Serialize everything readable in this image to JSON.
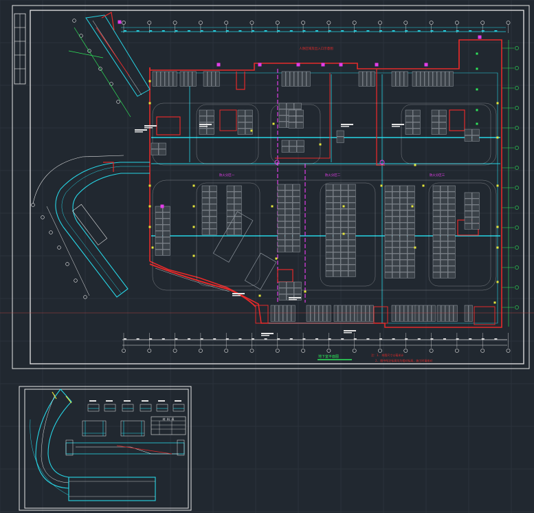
{
  "colors": {
    "background": "#212830",
    "grid": "#2b333c",
    "frame": "#e8e8e8",
    "cyan": "#27d6e6",
    "red": "#e52a2a",
    "magenta": "#e23ee8",
    "yellow": "#e6e63a",
    "green": "#2ee65a",
    "gray_stall": "#9aa2aa",
    "white": "#f0f0f0"
  },
  "sheet_main": {
    "north_note": "人防区域及出入口示意图",
    "zone_labels": [
      "防火分区一",
      "防火分区二",
      "防火分区三"
    ],
    "bottom_title": "地下室平面图",
    "notes": [
      "注：1. 本图尺寸以毫米计",
      "2. 图中所注标高均为相对标高，施工时请核对"
    ]
  },
  "sheet_detail": {
    "table_title": "材 料 表"
  },
  "icons": {
    "crosshair": "crosshair-cursor-icon",
    "axis_bubble": "axis-bubble-icon"
  }
}
